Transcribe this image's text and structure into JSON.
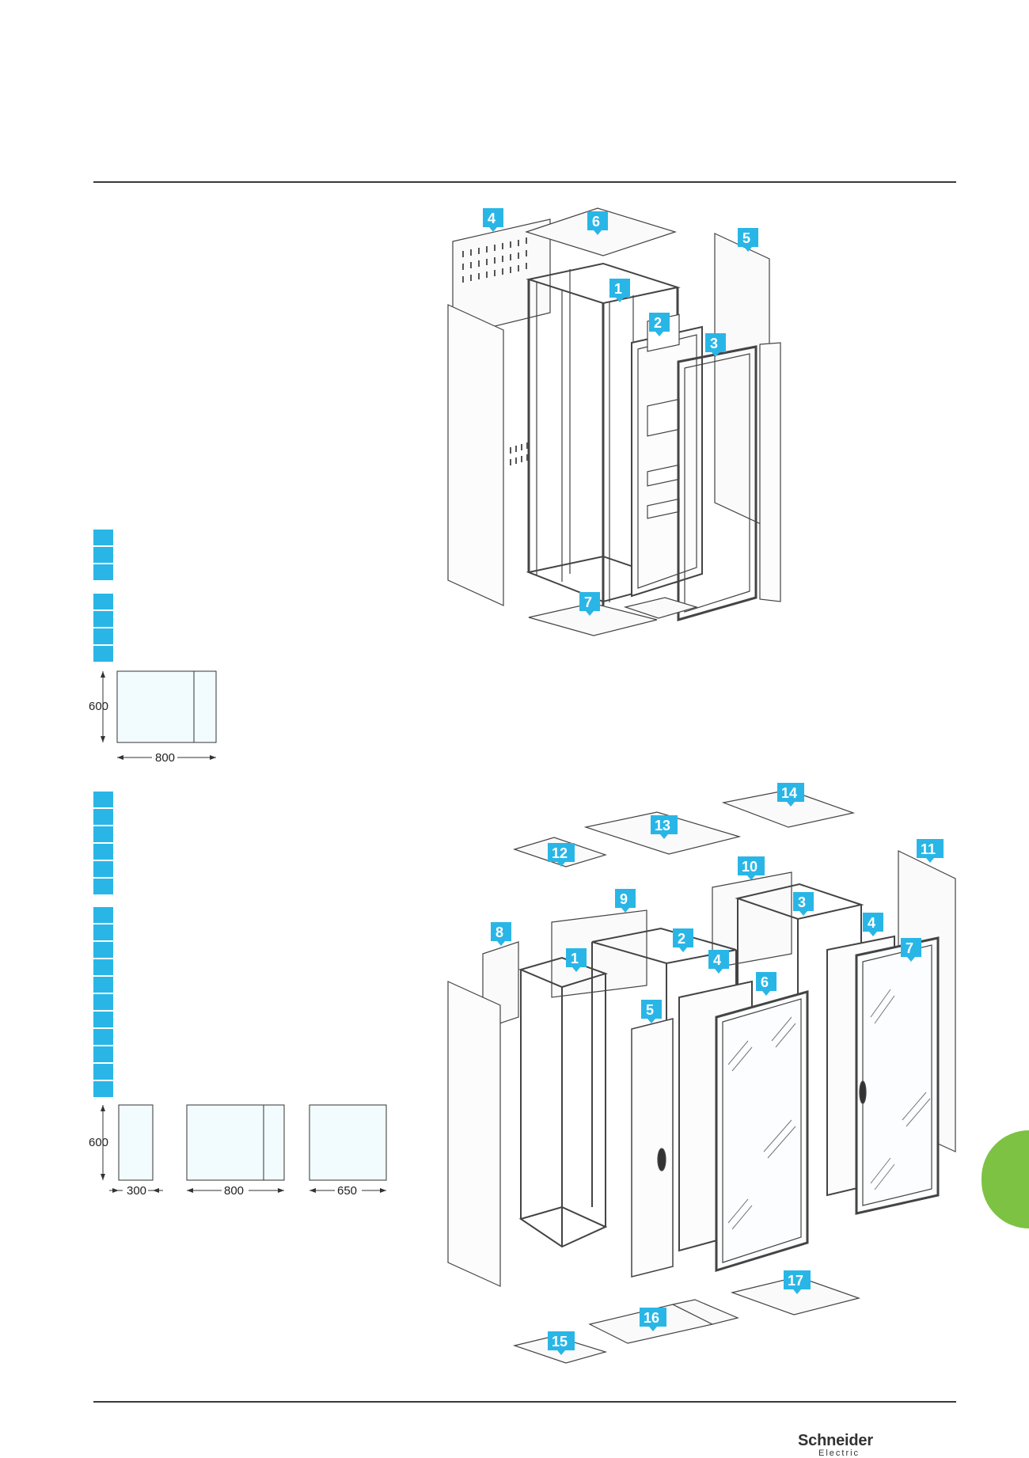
{
  "figure1": {
    "callouts": [
      "1",
      "2",
      "3",
      "4",
      "5",
      "6",
      "7"
    ]
  },
  "figure2": {
    "callouts": [
      "1",
      "2",
      "3",
      "4",
      "5",
      "6",
      "7",
      "8",
      "9",
      "10",
      "11",
      "12",
      "13",
      "14",
      "15",
      "16",
      "17"
    ]
  },
  "dims1": {
    "height": "600",
    "width": "800"
  },
  "dims2": {
    "height": "600",
    "widths": [
      "300",
      "800",
      "650"
    ]
  },
  "footer": {
    "brand_line1": "Schneider",
    "brand_line2": "Electric"
  },
  "colors": {
    "callout": "#29b6e6",
    "tab": "#7dc242",
    "rule": "#3a3a3a"
  }
}
